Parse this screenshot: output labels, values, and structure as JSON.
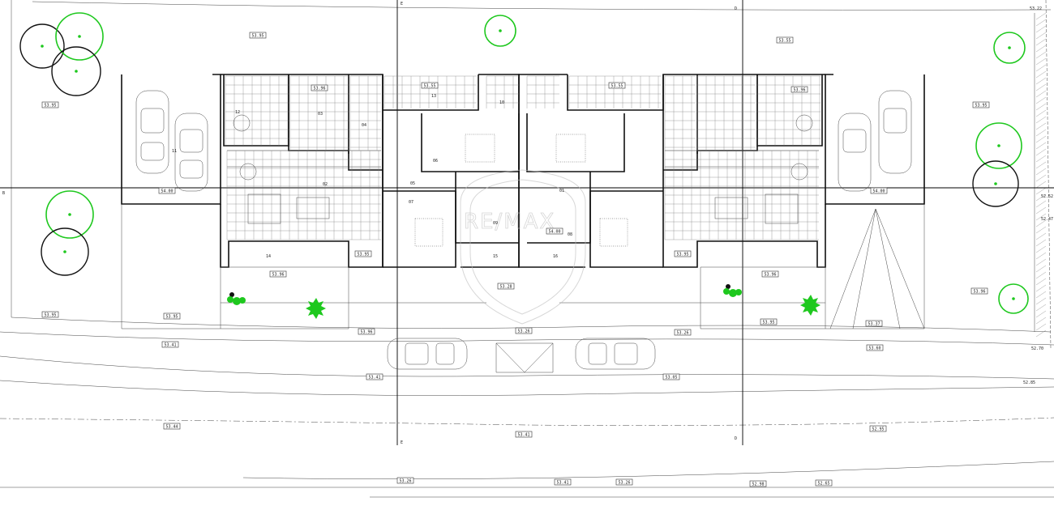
{
  "watermark": {
    "text": "RE/MAX"
  },
  "axis_marks": {
    "top_a": "E",
    "top_b": "D",
    "bottom_a": "E",
    "bottom_b": "D",
    "left": "B",
    "right_top": "53.22"
  },
  "level_labels": [
    "53.95",
    "53.55",
    "53.95",
    "53.95",
    "53.96",
    "53.55",
    "53.55",
    "53.96",
    "54.00",
    "54.00",
    "53.95",
    "53.95",
    "53.96",
    "53.96",
    "53.95",
    "53.96",
    "53.95",
    "53.95",
    "54.00",
    "53.28",
    "53.26",
    "53.37",
    "53.96",
    "53.41",
    "53.26",
    "53.60",
    "53.41",
    "53.05",
    "53.44",
    "52.95",
    "53.41",
    "53.41",
    "53.26",
    "53.26",
    "52.98",
    "52.65"
  ],
  "room_numbers": [
    "11",
    "12",
    "03",
    "04",
    "02",
    "05",
    "06",
    "07",
    "08",
    "09",
    "10",
    "13",
    "14",
    "15",
    "16",
    "01"
  ],
  "edge_values": [
    "52.70",
    "52.47",
    "52.52",
    "52.85",
    "53.22"
  ],
  "colors": {
    "tree_green": "#1ec81e",
    "line": "#111111"
  }
}
